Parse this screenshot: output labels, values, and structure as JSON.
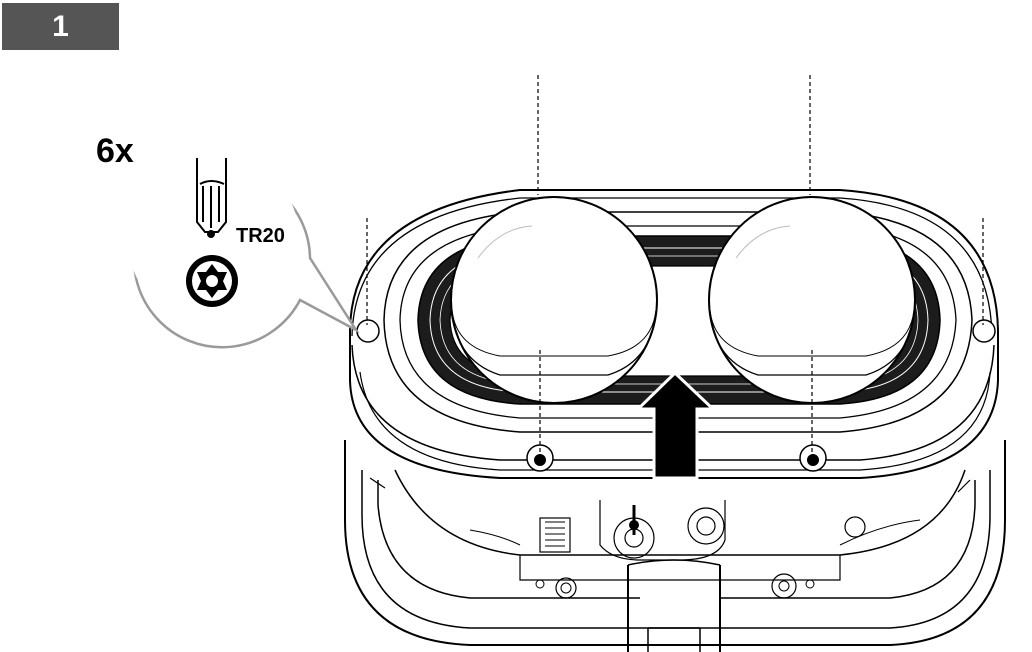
{
  "step": {
    "number": "1"
  },
  "callout": {
    "quantity": "6x",
    "tool": "TR20",
    "icon": "torx-bit-icon"
  },
  "arrow": {
    "direction": "up"
  },
  "colors": {
    "badge": "#555555",
    "line": "#000000",
    "callout_border": "#9a9a9a"
  }
}
